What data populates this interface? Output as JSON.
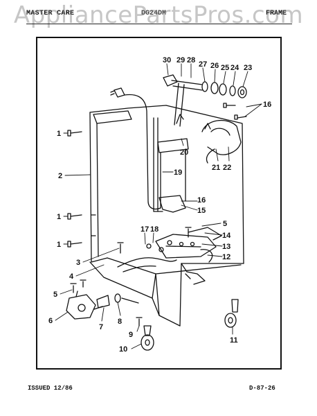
{
  "header": {
    "brand": "MASTER CARE",
    "model": "DG24DM",
    "section": "FRAME"
  },
  "watermark": "AppliancePartsPros.com",
  "footer": {
    "issued": "ISSUED 12/86",
    "code": "D-87-26"
  },
  "callouts": {
    "c1a": "1",
    "c1b": "1",
    "c1c": "1",
    "c2": "2",
    "c3": "3",
    "c4": "4",
    "c5a": "5",
    "c5b": "5",
    "c6": "6",
    "c7": "7",
    "c8": "8",
    "c9": "9",
    "c10": "10",
    "c11": "11",
    "c12": "12",
    "c13": "13",
    "c14": "14",
    "c15": "15",
    "c16a": "16",
    "c16b": "16",
    "c17": "17",
    "c18": "18",
    "c19": "19",
    "c20": "20",
    "c21": "21",
    "c22": "22",
    "c23": "23",
    "c24": "24",
    "c25": "25",
    "c26": "26",
    "c27": "27",
    "c28": "28",
    "c29": "29",
    "c30": "30"
  }
}
